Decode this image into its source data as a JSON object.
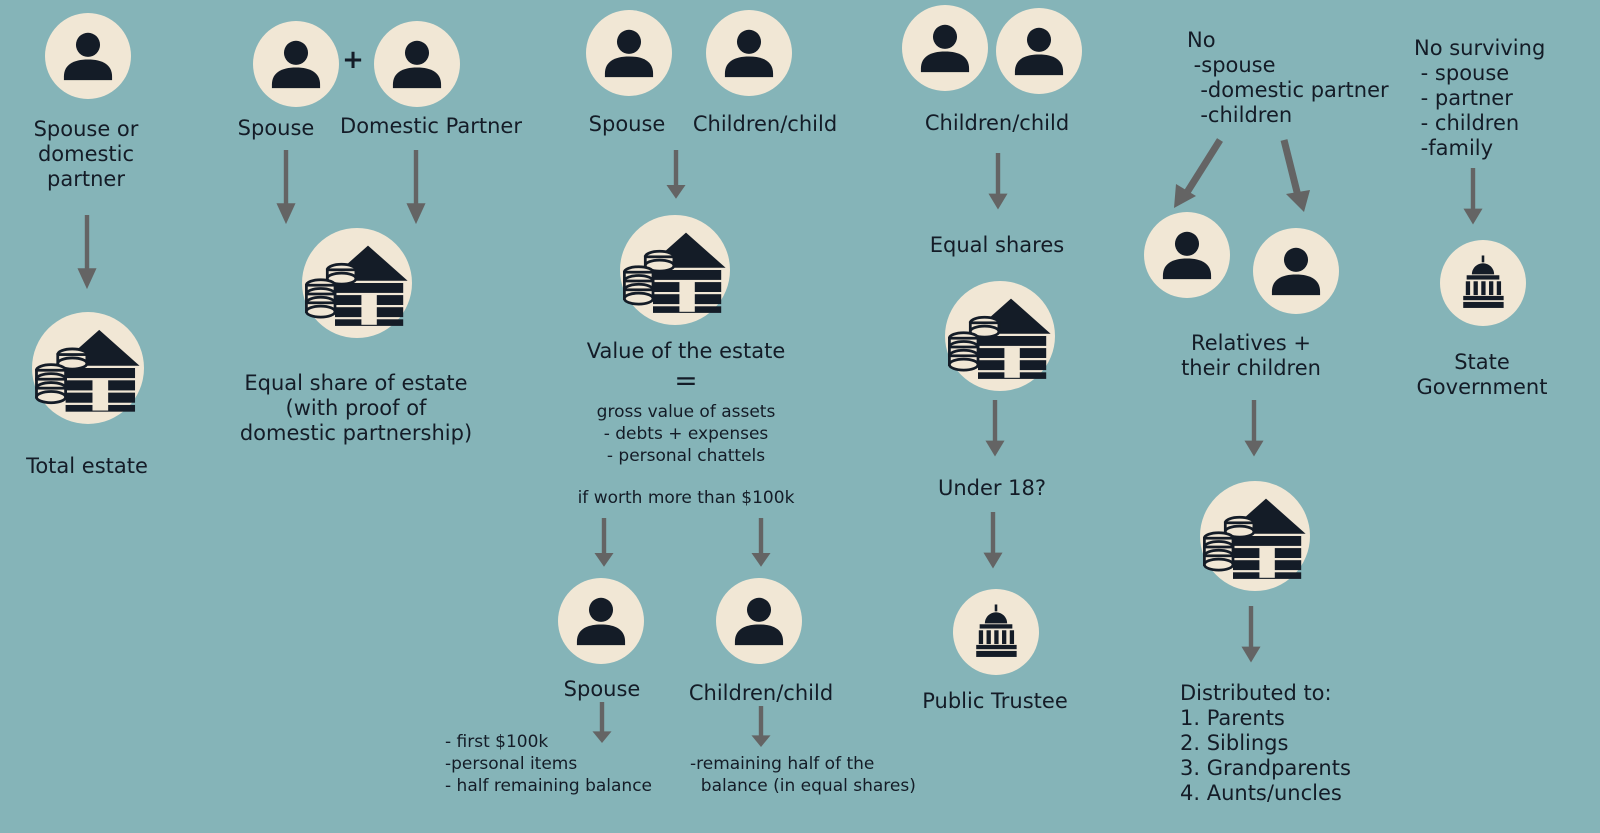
{
  "col1": {
    "person_label": "Spouse or\ndomestic\npartner",
    "result": "Total estate"
  },
  "col2": {
    "spouse": "Spouse",
    "plus": "+",
    "partner": "Domestic Partner",
    "result": "Equal share of estate\n(with proof of\ndomestic partnership)"
  },
  "col3": {
    "spouse": "Spouse",
    "children": "Children/child",
    "value": "Value of the estate",
    "equals": "=",
    "formula": "gross value of assets\n- debts + expenses\n- personal chattels",
    "condition": "if worth more than $100k",
    "spouse2": "Spouse",
    "children2": "Children/child",
    "spouse_share": "- first $100k\n-personal items\n- half remaining balance",
    "children_share": "-remaining half of the\n  balance (in equal shares)"
  },
  "col4": {
    "children": "Children/child",
    "equal": "Equal shares",
    "under18": "Under 18?",
    "trustee": "Public Trustee"
  },
  "col5": {
    "header": "No\n -spouse\n  -domestic partner\n  -children",
    "relatives": "Relatives +\ntheir children",
    "distributed": "Distributed to:\n1. Parents\n2. Siblings\n3. Grandparents\n4. Aunts/uncles"
  },
  "col6": {
    "header": "No surviving\n - spouse\n - partner\n - children\n -family",
    "result": "State\nGovernment"
  },
  "colors": {
    "background": "#85b4b8",
    "circle": "#f1e7d5",
    "icon": "#141c27",
    "arrow": "#646464"
  },
  "icons": {
    "person": "person-icon",
    "estate": "estate-house-coins-icon",
    "government": "government-building-icon"
  }
}
